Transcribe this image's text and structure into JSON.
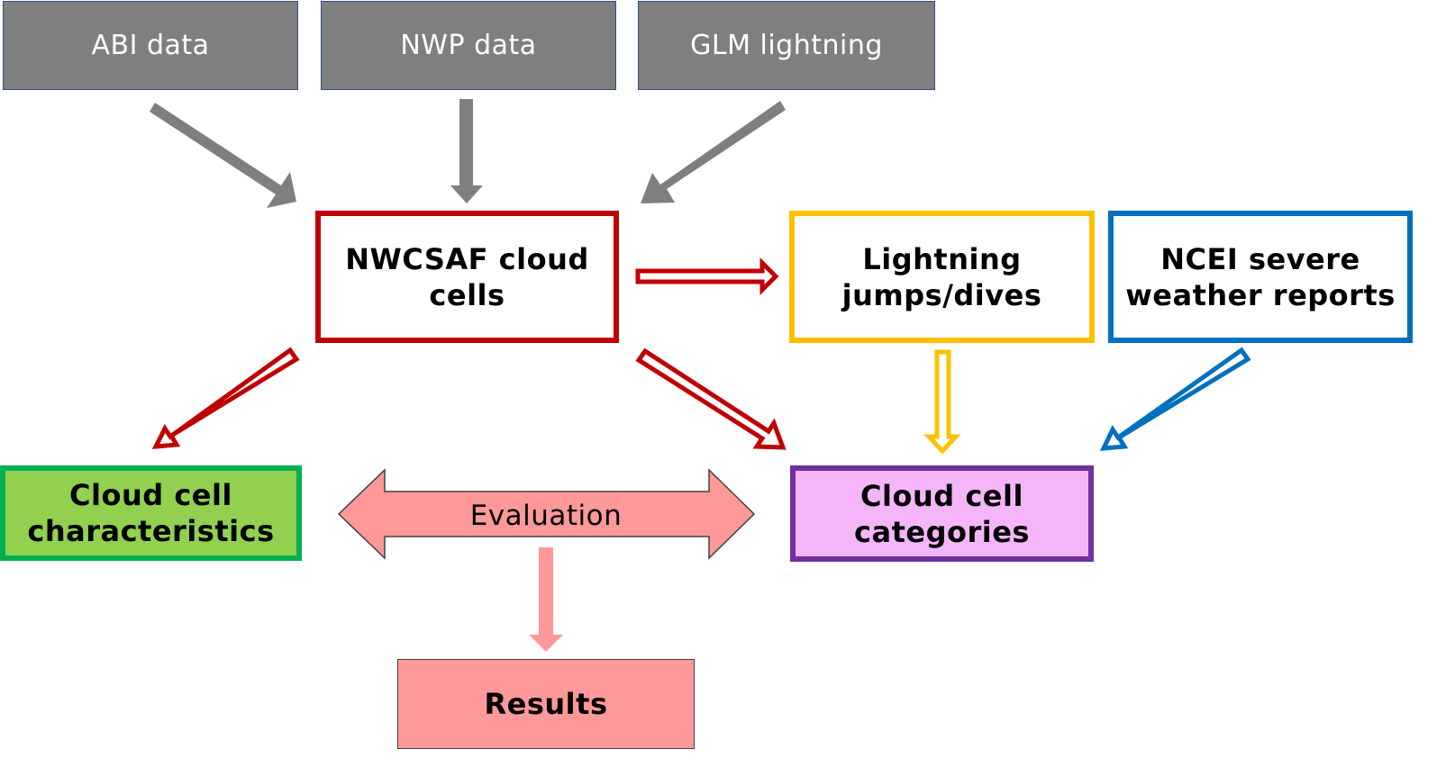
{
  "nodes": {
    "abi": {
      "label": "ABI data"
    },
    "nwp": {
      "label": "NWP data"
    },
    "glm": {
      "label": "GLM lightning"
    },
    "nwcsaf": {
      "line1": "NWCSAF cloud",
      "line2": "cells"
    },
    "lightning": {
      "line1": "Lightning",
      "line2": "jumps/dives"
    },
    "ncei": {
      "line1": "NCEI severe",
      "line2": "weather reports"
    },
    "characteristics": {
      "line1": "Cloud cell",
      "line2": "characteristics"
    },
    "categories": {
      "line1": "Cloud cell",
      "line2": "categories"
    },
    "results": {
      "label": "Results"
    }
  },
  "evaluation": {
    "label": "Evaluation"
  },
  "colors": {
    "source_fill": "#7f7f7f",
    "nwcsaf_border": "#c00000",
    "lightning_border": "#ffc000",
    "ncei_border": "#0070c0",
    "characteristics_fill": "#92d050",
    "characteristics_border": "#00b050",
    "categories_fill": "#f4b6f9",
    "categories_border": "#7030a0",
    "evaluation_fill": "#ff9999",
    "results_fill": "#ff9999",
    "results_arrow": "#ff9999"
  }
}
